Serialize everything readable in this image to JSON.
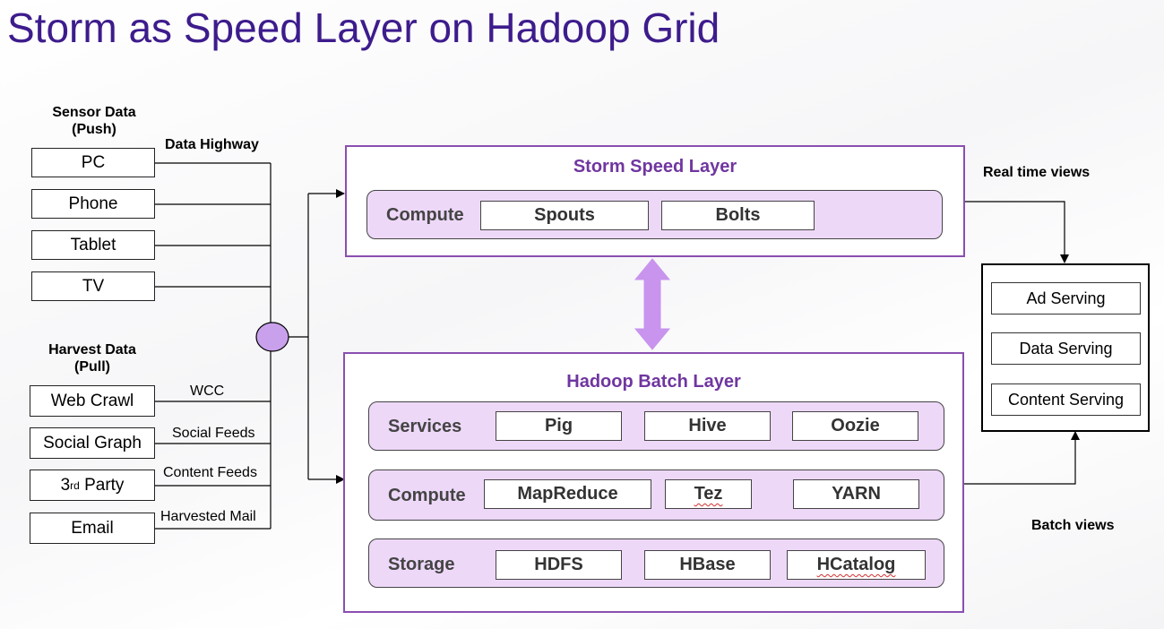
{
  "title": "Storm as Speed Layer on Hadoop Grid",
  "colors": {
    "title": "#3d1c8c",
    "layer_border": "#8a4fb0",
    "row_fill": "#eed8f8",
    "hub_fill": "#c9a0ec",
    "arrow_fill": "#c894ee"
  },
  "sources": {
    "sensor_header": [
      "Sensor Data",
      "(Push)"
    ],
    "data_highway": "Data Highway",
    "sensor_items": [
      "PC",
      "Phone",
      "Tablet",
      "TV"
    ],
    "harvest_header": [
      "Harvest Data",
      "(Pull)"
    ],
    "harvest_items": [
      "Web Crawl",
      "Social Graph",
      "3rd Party",
      "Email"
    ],
    "third_party": {
      "num": "3",
      "sup": "rd",
      "rest": " Party"
    },
    "harvest_links": [
      "WCC",
      "Social Feeds",
      "Content Feeds",
      "Harvested Mail"
    ]
  },
  "storm": {
    "title": "Storm Speed Layer",
    "rows": [
      {
        "label": "Compute",
        "items": [
          "Spouts",
          "Bolts"
        ]
      }
    ]
  },
  "hadoop": {
    "title": "Hadoop Batch Layer",
    "rows": [
      {
        "label": "Services",
        "items": [
          "Pig",
          "Hive",
          "Oozie"
        ]
      },
      {
        "label": "Compute",
        "items": [
          "MapReduce",
          "Tez",
          "YARN"
        ]
      },
      {
        "label": "Storage",
        "items": [
          "HDFS",
          "HBase",
          "HCatalog"
        ]
      }
    ]
  },
  "views": {
    "real_time": "Real time views",
    "batch": "Batch views"
  },
  "serving": [
    "Ad Serving",
    "Data Serving",
    "Content Serving"
  ]
}
